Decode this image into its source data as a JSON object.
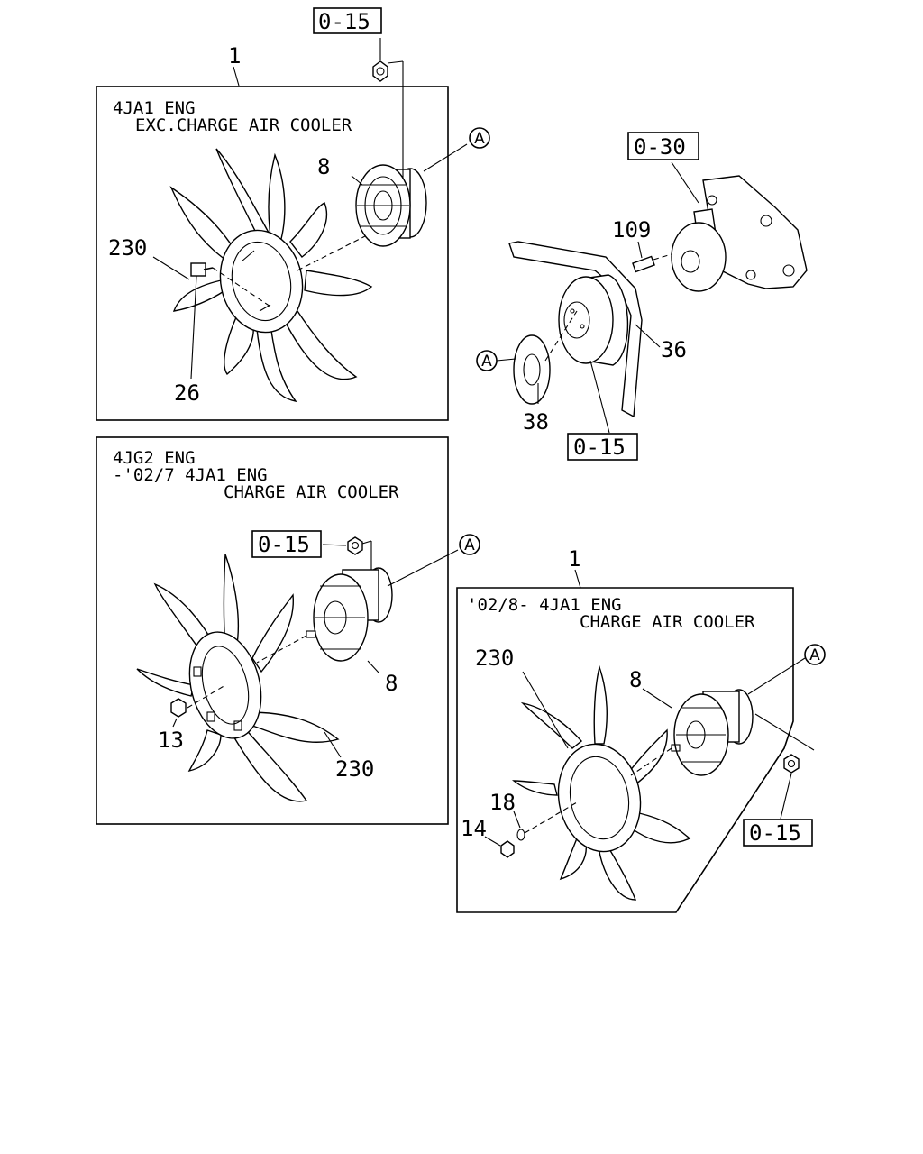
{
  "panels": {
    "top_left": {
      "title_line1": "4JA1 ENG",
      "title_line2": "EXC.CHARGE AIR COOLER"
    },
    "mid_left": {
      "title_line1": "4JG2 ENG",
      "title_line2": "-'02/7 4JA1 ENG",
      "title_line3": "CHARGE AIR COOLER"
    },
    "right": {
      "title_line1": "'02/8- 4JA1 ENG",
      "title_line2": "CHARGE AIR COOLER"
    }
  },
  "refs": {
    "top": "0-15",
    "pump": "0-30",
    "pulley": "0-15",
    "mid": "0-15",
    "right": "0-15"
  },
  "callouts": {
    "a1": "A",
    "a2": "A",
    "a3": "A",
    "a4": "A"
  },
  "labels": {
    "assy_top": "1",
    "assy_right": "1",
    "tl_clutch": "8",
    "tl_fan": "230",
    "tl_bolt": "26",
    "stud": "109",
    "belt": "36",
    "spacer": "38",
    "ml_clutch": "8",
    "ml_nut": "13",
    "ml_fan": "230",
    "r_fan": "230",
    "r_clutch": "8",
    "r_washer": "18",
    "r_nut": "14"
  }
}
